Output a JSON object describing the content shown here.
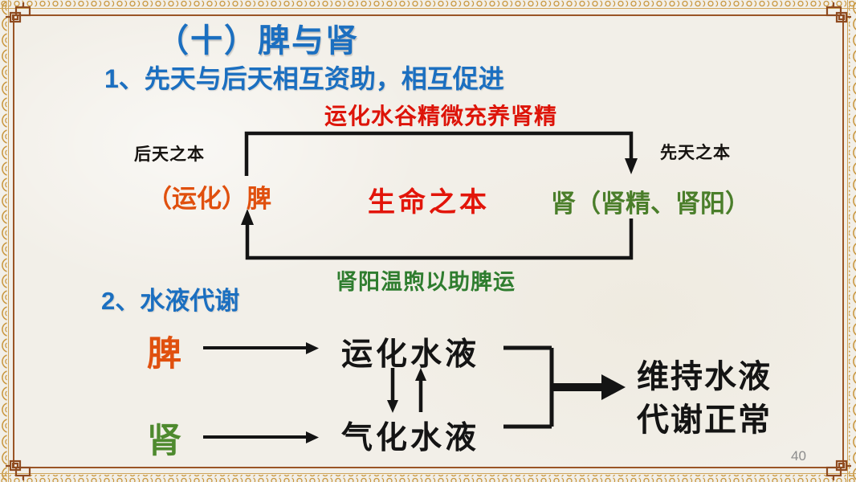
{
  "slide": {
    "title": "（十）脾与肾",
    "page_number": "40"
  },
  "section1": {
    "heading": "1、先天与后天相互资助，相互促进",
    "forward_label": "运化水谷精微充养肾精",
    "backward_label": "肾阳温煦以助脾运",
    "spleen_caption": "后天之本",
    "kidney_caption": "先天之本",
    "spleen_node": "（运化）脾",
    "center_label": "生命之本",
    "kidney_node": "肾（肾精、肾阳）"
  },
  "section2": {
    "heading": "2、水液代谢",
    "spleen": "脾",
    "spleen_function": "运化水液",
    "kidney": "肾",
    "kidney_function": "气化水液",
    "result_line1": "维持水液",
    "result_line2": "代谢正常"
  },
  "colors": {
    "heading_blue": "#1b6fc0",
    "accent_red": "#e2150a",
    "spleen_orange": "#e0500e",
    "kidney_green": "#4a7e2a",
    "backward_green": "#2f7d2f",
    "line_black": "#141414",
    "border_gold": "#c9973f",
    "border_brown": "#9a5526",
    "paper": "#f2efe8",
    "page_number_gray": "#8c8c8c"
  }
}
